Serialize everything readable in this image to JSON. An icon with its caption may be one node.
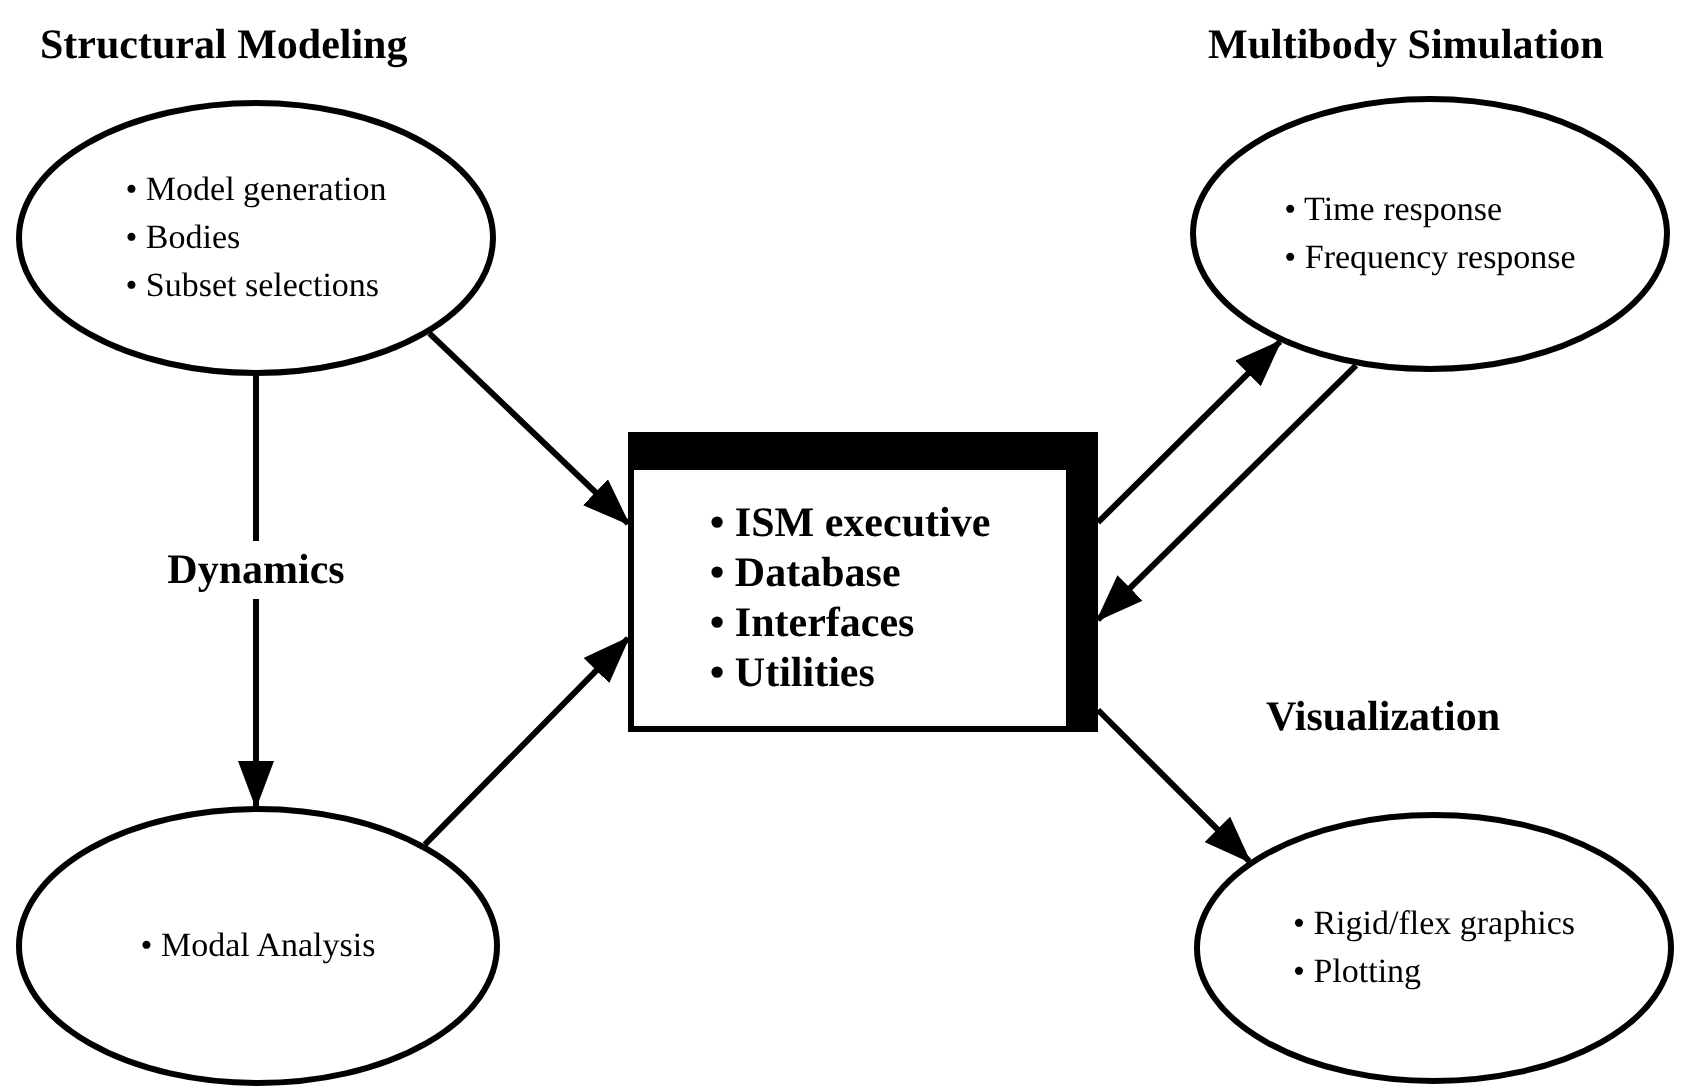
{
  "diagram": {
    "nodes": [
      {
        "text": [
          "Structural Modeling",
          "• Model generation",
          "• Bodies",
          "• Subset selections"
        ]
      },
      {
        "text": [
          "• ISM executive",
          "• Database",
          "• Interfaces",
          "• Utilities"
        ]
      },
      {
        "text": [
          "Multibody Simulation",
          "• Time response",
          "• Frequency response"
        ]
      },
      {
        "text": [
          "• Modal Analysis"
        ]
      },
      {
        "text": [
          "Visualization",
          "• Rigid/flex graphics",
          "• Plotting"
        ]
      }
    ],
    "edges": [
      {
        "from": 0,
        "to": 3,
        "arrow": "to",
        "label": "Dynamics"
      },
      {
        "from": 0,
        "to": 1,
        "arrow": "to"
      },
      {
        "from": 3,
        "to": 1,
        "arrow": "to"
      },
      {
        "from": 1,
        "to": 2,
        "arrow": "to"
      },
      {
        "from": 2,
        "to": 1,
        "arrow": "to"
      },
      {
        "from": 1,
        "to": 4,
        "arrow": "to"
      }
    ]
  }
}
